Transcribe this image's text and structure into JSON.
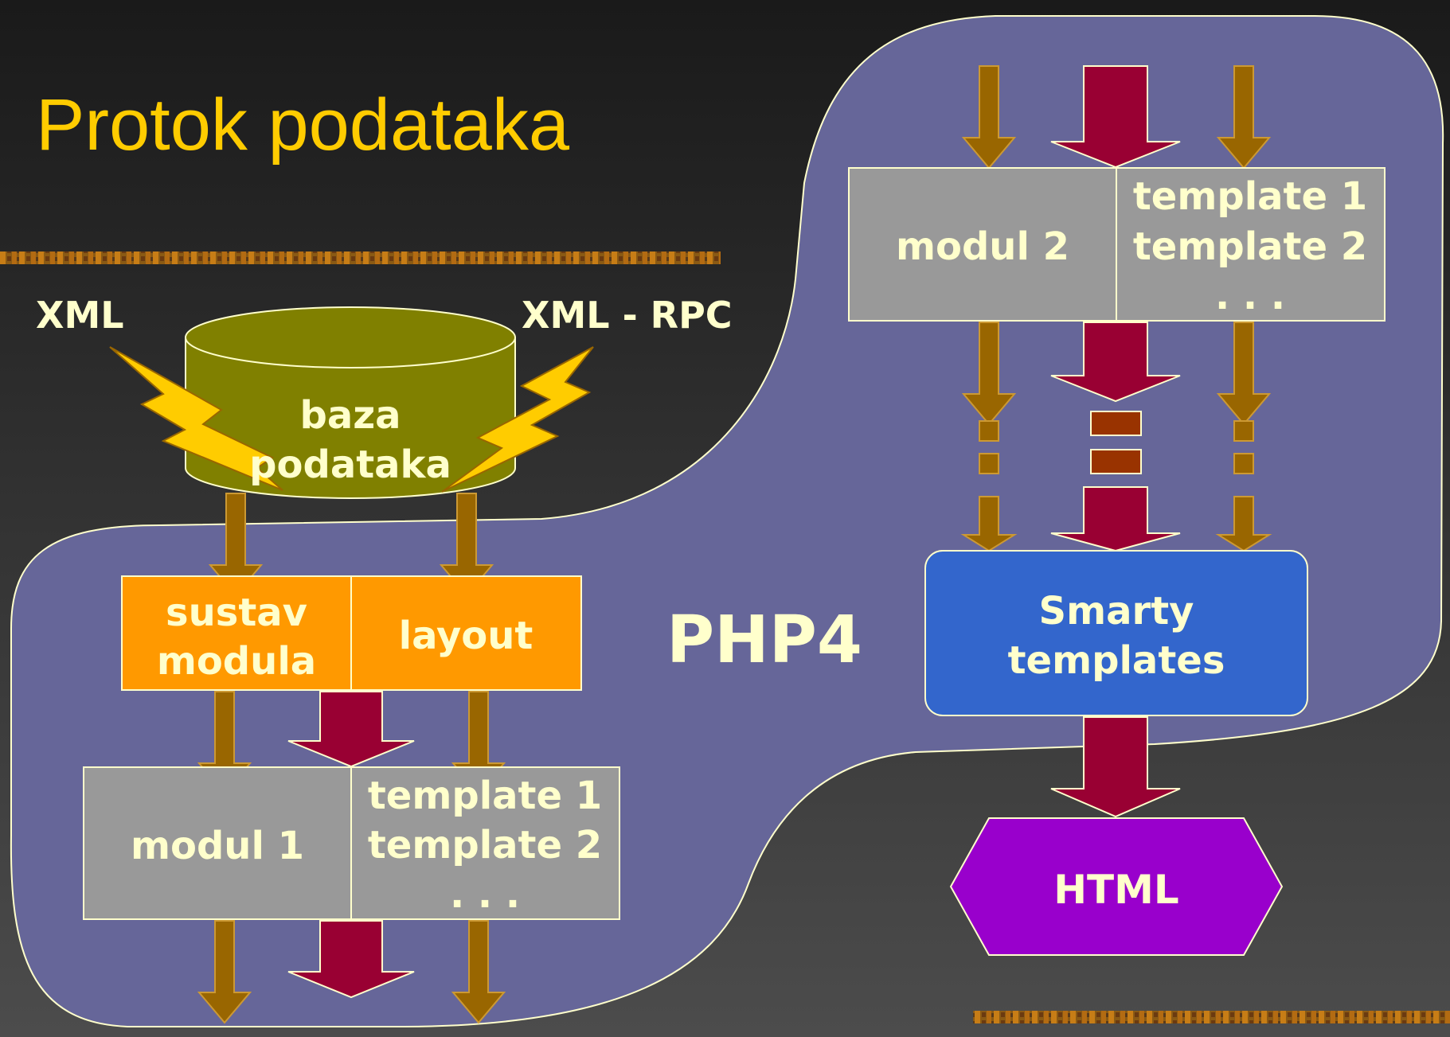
{
  "slide": {
    "title": "Protok podataka",
    "region_label": "PHP4"
  },
  "sources": {
    "left": "XML",
    "right": "XML - RPC"
  },
  "database": {
    "line1": "baza",
    "line2": "podataka"
  },
  "core": {
    "modules_line1": "sustav",
    "modules_line2": "modula",
    "layout": "layout"
  },
  "module1": {
    "name": "modul 1",
    "template1": "template 1",
    "template2": "template 2",
    "ellipsis": ". . ."
  },
  "module2": {
    "name": "modul 2",
    "template1": "template 1",
    "template2": "template 2",
    "ellipsis": ". . ."
  },
  "engine": {
    "line1": "Smarty",
    "line2": "templates"
  },
  "output": {
    "label": "HTML"
  },
  "colors": {
    "background_top": "#1e1e1e",
    "background_bottom": "#4a4a4a",
    "title": "#ffcc00",
    "php_region": "#666699",
    "label_text": "#ffffcc",
    "database": "#808000",
    "lightning": "#ffcc00",
    "core_box": "#ff9900",
    "module_box": "#999999",
    "smarty_box": "#3366cc",
    "html_box": "#9900cc",
    "arrow_small": "#996600",
    "arrow_big": "#990033"
  },
  "icons": {
    "arrow_small": "down-arrow-icon",
    "arrow_big": "down-arrow-icon",
    "lightning": "lightning-bolt-icon"
  }
}
